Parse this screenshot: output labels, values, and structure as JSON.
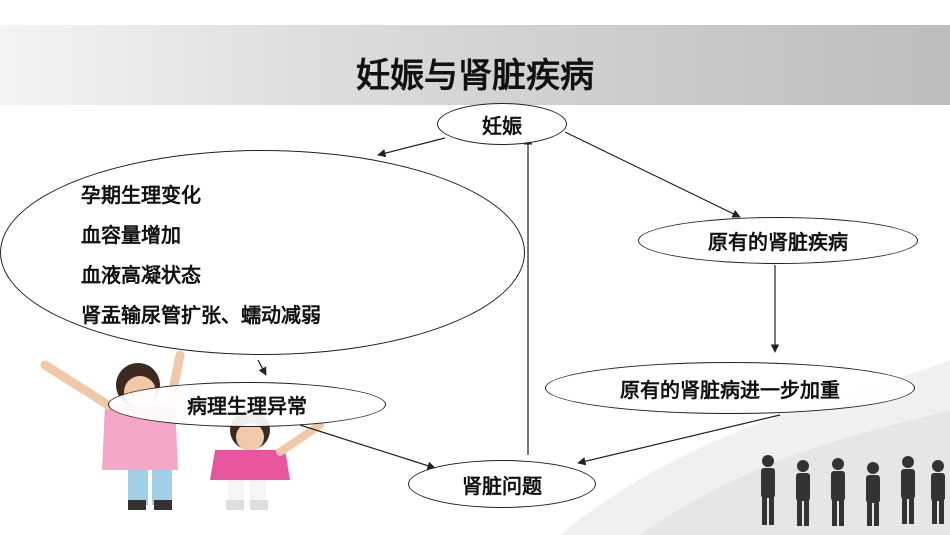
{
  "title": "妊娠与肾脏疾病",
  "nodes": {
    "pregnancy": "妊娠",
    "preexisting": "原有的肾脏疾病",
    "worsening": "原有的肾脏病进一步加重",
    "pathology": "病理生理异常",
    "kidney_problem": "肾脏问题"
  },
  "changes": [
    "孕期生理变化",
    "血容量增加",
    "血液高凝状态",
    "肾盂输尿管扩张、蠕动减弱"
  ],
  "colors": {
    "title_bar": "#cfcfcf",
    "border": "#222222",
    "text": "#111111"
  }
}
